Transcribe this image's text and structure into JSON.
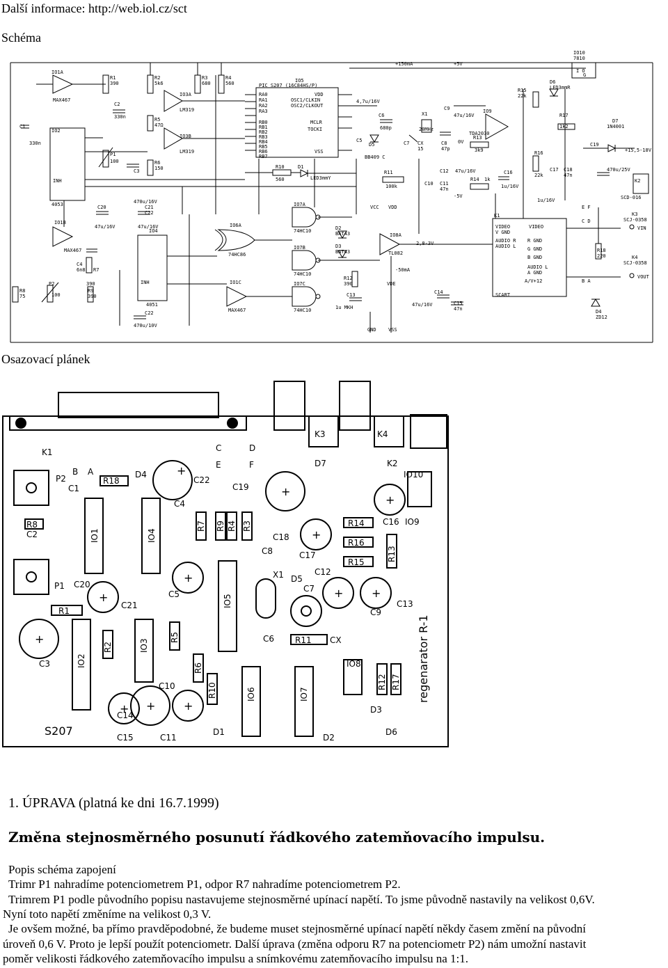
{
  "header": {
    "info_line": "Další informace: http://web.iol.cz/sct",
    "schema_title": "Schéma",
    "layout_title": "Osazovací plánek"
  },
  "schematic": {
    "labels": {
      "IO1A": "IO1A",
      "MAX467a": "MAX467",
      "R1": "R1",
      "R1v": "390",
      "C2": "C2",
      "C2v": "330n",
      "R2": "R2",
      "R2v": "5k6",
      "R3": "R3",
      "R3v": "680",
      "R4": "R4",
      "R4v": "560",
      "IO5": "IO5",
      "PIC": "PIC S207 (16C84HS/P)",
      "VDD": "VDD",
      "MCLR": "MCLR",
      "TOCKI": "TOCKI",
      "VSS": "VSS",
      "RA0": "RA0",
      "RA1": "RA1",
      "RA2": "RA2",
      "RA3": "RA3",
      "RB0": "RB0",
      "RB1": "RB1",
      "RB2": "RB2",
      "RB3": "RB3",
      "RB4": "RB4",
      "RB5": "RB5",
      "RB6": "RB6",
      "RB7": "RB7",
      "OSC1": "OSC1/CLKIN",
      "OSC2": "OSC2/CLKOUT",
      "plus150": "+150mA",
      "plus5": "+5V",
      "IO10": "IO10",
      "v7810": "7810",
      "IOG": "I  O",
      "Gpin": "G",
      "IO3A": "IO3A",
      "LM319a": "LM319",
      "IO3B": "IO3B",
      "LM319b": "LM319",
      "R5": "R5",
      "R5v": "47Ω",
      "R6": "R6",
      "R6v": "150",
      "C1": "C1",
      "C1v": "330n",
      "IO2": "IO2",
      "v4053": "4053",
      "INH": "INH",
      "P1": "P1",
      "P1v": "100",
      "C3": "C3",
      "R10": "R10",
      "R10v": "560",
      "D1": "D1",
      "D1v": "LED3mmY",
      "C4": "4,7u/16V",
      "C6": "C6",
      "C6v": "680p",
      "D5": "D5",
      "BB409": "BB409 C",
      "C5": "C5",
      "C7": "C7",
      "CX": "CX",
      "CXv": "15",
      "X1": "X1",
      "X1v": "20MHz",
      "C8": "C8",
      "C8v": "47p",
      "C9": "C9",
      "C9v": "47u/16V",
      "R11": "R11",
      "R11v": "100k",
      "C10": "C10",
      "C11": "C11",
      "C11v": "47n",
      "C12": "C12",
      "C12v": "47u/16V",
      "R13": "R13",
      "R13v": "3k9",
      "IO9": "IO9",
      "TDA": "TDA2030",
      "zeroV": "0V",
      "R14": "R14",
      "R14v": "1k",
      "C16": "C16",
      "C16v": "1u/16V",
      "minus5": "-5V",
      "R15": "R15",
      "R15v": "22k",
      "D6": "D6",
      "D6v": "LED3mmR",
      "R16": "R16",
      "R16v": "22k",
      "R17": "R17",
      "R17v": "1k2",
      "C17": "C17",
      "C18": "C18",
      "C18v": "47n",
      "D7": "D7",
      "D7v": "1N4001",
      "C19": "C19",
      "C19v": "470u/25V",
      "v155": "+15,5-18V",
      "K2": "K2",
      "SCD": "SCD-016",
      "v1u": "1u/16V",
      "IO1B": "IO1B",
      "MAX467b": "MAX467",
      "C20": "C20",
      "C20v": "47u/16V",
      "C21": "C21",
      "C21v": "47u/16V",
      "C22": "C22",
      "C22v": "470u/16V",
      "IO4": "IO4",
      "v4051": "4051",
      "R7": "R7",
      "R7v": "390",
      "C4b": "C4",
      "C4bv": "6n8",
      "R8": "R8",
      "R8v": "75",
      "P2": "P2",
      "P2v": "100",
      "R9": "R9",
      "R9v": "390",
      "C23v": "470u/10V",
      "IO6A": "IO6A",
      "v74HC86": "74HC86",
      "IO7A": "IO7A",
      "IO7B": "IO7B",
      "IO7C": "IO7C",
      "v74HC10": "74HC10",
      "D2": "D2",
      "D3": "D3",
      "BAT43": "BAT43",
      "IO1C": "IO1C",
      "MAX467c": "MAX467",
      "R12": "R12",
      "R12v": "390",
      "C13": "C13",
      "C13v": "1u MKH",
      "IO8A": "IO8A",
      "TL082": "TL082",
      "v28": "2,8-3V",
      "minus50": "-50mA",
      "VDDl": "VDD",
      "VCCl": "VCC",
      "VDEl": "VDE",
      "C14": "C14",
      "C14v": "47u/16V",
      "C15": "C15",
      "C15v": "47n",
      "GND": "GND",
      "VSSl": "VSS",
      "K1": "K1",
      "VIDEO": "VIDEO",
      "VGND": "V GND",
      "AUDIOR": "AUDIO R",
      "AUDIOL": "AUDIO L",
      "RGND": "R GND",
      "GGND": "G GND",
      "BGND": "B GND",
      "AUDIOLR": "AUDIO L",
      "AGND": "A GND",
      "AV12": "A/V+12",
      "SCART": "SCART",
      "EF": "E F",
      "CD": "C D",
      "BA": "B A",
      "R18": "R18",
      "R18v": "220",
      "K3": "K3",
      "SCJ1": "SCJ-0358",
      "VIN": "VIN",
      "K4": "K4",
      "SCJ2": "SCJ-0358",
      "VOUT": "VOUT",
      "D4": "D4",
      "ZD12": "ZD12"
    }
  },
  "pcb": {
    "labels": {
      "K1": "K1",
      "K3": "K3",
      "K4": "K4",
      "K2": "K2",
      "IO10": "IO10",
      "P2": "P2",
      "B": "B",
      "A": "A",
      "R18": "R18",
      "D4": "D4",
      "C22": "C22",
      "C19": "C19",
      "C": "C",
      "D": "D",
      "E": "E",
      "F": "F",
      "D7": "D7",
      "C1": "C1",
      "C4": "C4",
      "R8": "R8",
      "C2": "C2",
      "IO1": "IO1",
      "IO4": "IO4",
      "R7": "R7",
      "R9": "R9",
      "R4": "R4",
      "R3": "R3",
      "C18": "C18",
      "R14": "R14",
      "C16": "C16",
      "IO9": "IO9",
      "R16": "R16",
      "R15": "R15",
      "R13": "R13",
      "C17": "C17",
      "C8": "C8",
      "X1": "X1",
      "D5": "D5",
      "C12": "C12",
      "C7": "C7",
      "P1": "P1",
      "C20": "C20",
      "C5": "C5",
      "IO5": "IO5",
      "C9": "C9",
      "C13": "C13",
      "R1": "R1",
      "C21": "C21",
      "C6": "C6",
      "R11": "R11",
      "CX": "CX",
      "C3": "C3",
      "IO2": "IO2",
      "R2": "R2",
      "IO3": "IO3",
      "R5": "R5",
      "R6": "R6",
      "C10": "C10",
      "IO8": "IO8",
      "R12": "R12",
      "R17": "R17",
      "R10": "R10",
      "IO6": "IO6",
      "IO7": "IO7",
      "D3": "D3",
      "S207": "S207",
      "C14": "C14",
      "C15": "C15",
      "C11": "C11",
      "D1": "D1",
      "D2": "D2",
      "D6": "D6",
      "regen": "regenarator R-1"
    }
  },
  "article": {
    "heading": "1. ÚPRAVA (platná ke dni 16.7.1999)",
    "subheading": "Změna stejnosměrného posunutí řádkového zatemňovacího impulsu.",
    "section_title": "Popis schéma zapojení",
    "line1": "Trimr P1 nahradíme potenciometrem P1, odpor R7 nahradíme potenciometrem P2.",
    "line2": "Trimrem P1 podle původního popisu nastavujeme stejnosměrné upínací napětí. To jsme původně nastavily na velikost 0,6V.",
    "line3": "Nyní toto napětí změníme na velikost 0,3 V.",
    "line4": "Je ovšem možné, ba přímo pravděpodobné, že budeme muset stejnosměrné upínací napětí někdy časem změní na původní",
    "line5": "úroveň 0,6 V. Proto je lepší použít potenciometr. Další úprava (změna odporu R7 na potenciometr P2) nám umožní nastavit",
    "line6": "poměr velikosti řádkového zatemňovacího impulsu a snímkovému zatemňovacího impulsu na 1:1."
  }
}
